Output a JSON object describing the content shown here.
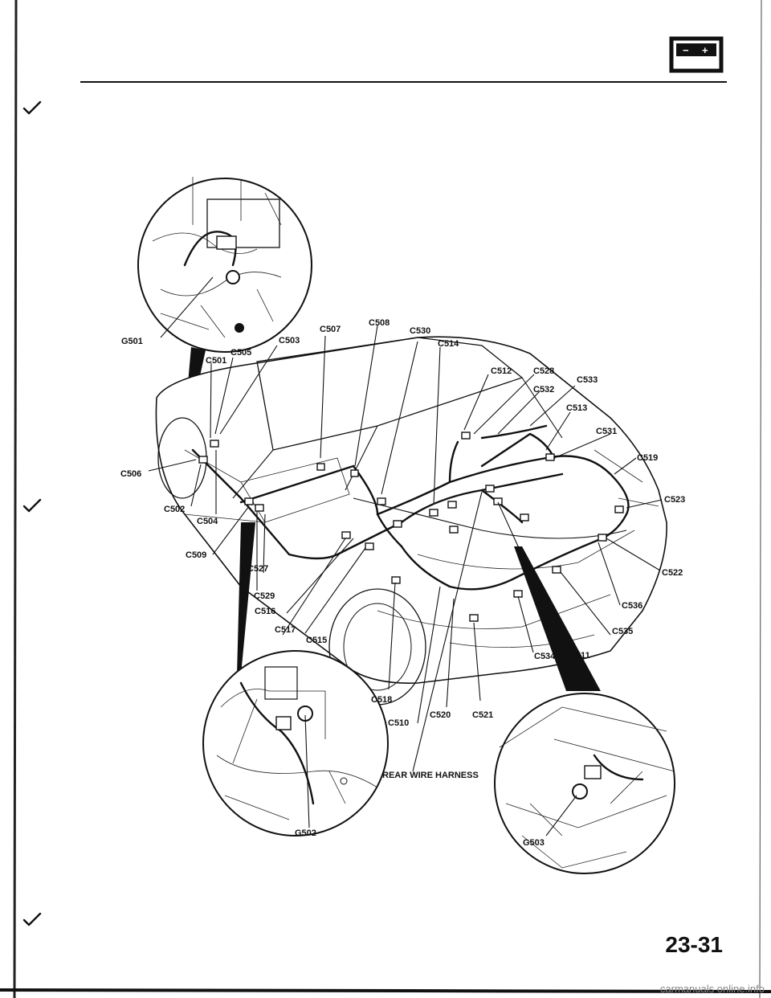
{
  "page_number": "23-31",
  "watermark": "carmanuals online.info",
  "icons": {
    "battery": "battery-icon",
    "marker": "check-mark-icon"
  },
  "harness_label": "REAR WIRE HARNESS",
  "connectors": [
    {
      "id": "c501",
      "text": "C501"
    },
    {
      "id": "c502",
      "text": "C502"
    },
    {
      "id": "c503",
      "text": "C503"
    },
    {
      "id": "c504",
      "text": "C504"
    },
    {
      "id": "c505",
      "text": "C505"
    },
    {
      "id": "c506",
      "text": "C506"
    },
    {
      "id": "c507",
      "text": "C507"
    },
    {
      "id": "c508",
      "text": "C508"
    },
    {
      "id": "c509",
      "text": "C509"
    },
    {
      "id": "c510",
      "text": "C510"
    },
    {
      "id": "c511",
      "text": "C511"
    },
    {
      "id": "c512",
      "text": "C512"
    },
    {
      "id": "c513",
      "text": "C513"
    },
    {
      "id": "c514",
      "text": "C514"
    },
    {
      "id": "c515",
      "text": "C515"
    },
    {
      "id": "c516",
      "text": "C516"
    },
    {
      "id": "c517",
      "text": "C517"
    },
    {
      "id": "c518",
      "text": "C518"
    },
    {
      "id": "c519",
      "text": "C519"
    },
    {
      "id": "c520",
      "text": "C520"
    },
    {
      "id": "c521",
      "text": "C521"
    },
    {
      "id": "c522",
      "text": "C522"
    },
    {
      "id": "c523",
      "text": "C523"
    },
    {
      "id": "c527",
      "text": "C527"
    },
    {
      "id": "c528",
      "text": "C528"
    },
    {
      "id": "c529",
      "text": "C529"
    },
    {
      "id": "c530",
      "text": "C530"
    },
    {
      "id": "c531",
      "text": "C531"
    },
    {
      "id": "c532",
      "text": "C532"
    },
    {
      "id": "c533",
      "text": "C533"
    },
    {
      "id": "c534",
      "text": "C534"
    },
    {
      "id": "c535",
      "text": "C535"
    },
    {
      "id": "c536",
      "text": "C536"
    }
  ],
  "grounds": [
    {
      "id": "g501",
      "text": "G501"
    },
    {
      "id": "g502",
      "text": "G502"
    },
    {
      "id": "g503",
      "text": "G503"
    }
  ]
}
